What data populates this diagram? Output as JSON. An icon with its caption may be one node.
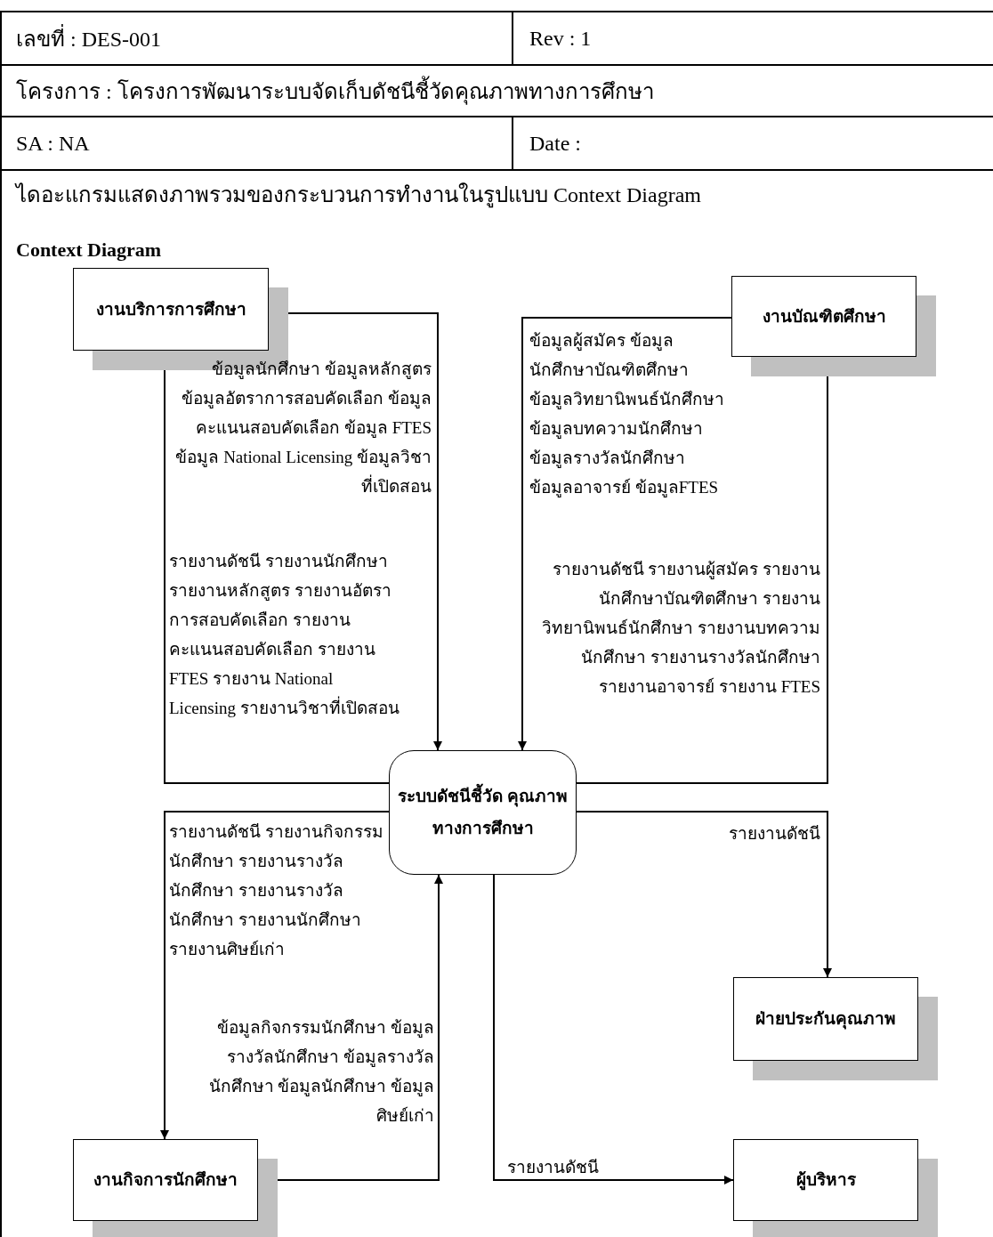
{
  "diagram": {
    "title": "Context Diagram",
    "nodes": [
      {
        "text": [
          "งานบริการการศึกษา"
        ]
      },
      {
        "text": [
          "งานบัณฑิตศึกษา"
        ]
      },
      {
        "text": [
          "ระบบดัชนีชี้วัด คุณภาพทางการศึกษา"
        ]
      },
      {
        "text": [
          "ฝ่ายประกันคุณภาพ"
        ]
      },
      {
        "text": [
          "งานกิจการนักศึกษา"
        ]
      },
      {
        "text": [
          "ผู้บริหาร"
        ]
      }
    ],
    "edges": [
      {
        "from": 0,
        "to": 2,
        "arrow": "to",
        "label": "ข้อมูลนักศึกษา ข้อมูลหลักสูตร ข้อมูลอัตราการสอบคัดเลือก ข้อมูลคะแนนสอบคัดเลือก ข้อมูล FTES ข้อมูล National Licensing ข้อมูลวิชาที่เปิดสอน"
      },
      {
        "from": 2,
        "to": 0,
        "arrow": "to",
        "label": "รายงานดัชนี รายงานนักศึกษา รายงานหลักสูตร รายงานอัตราการสอบคัดเลือก รายงานคะแนนสอบคัดเลือก รายงาน FTES รายงาน National Licensing รายงานวิชาที่เปิดสอน"
      },
      {
        "from": 1,
        "to": 2,
        "arrow": "to",
        "label": "ข้อมูลผู้สมัคร ข้อมูลนักศึกษาบัณฑิตศึกษา ข้อมูลวิทยานิพนธ์นักศึกษา ข้อมูลบทความนักศึกษา ข้อมูลรางวัลนักศึกษา ข้อมูลอาจารย์ ข้อมูลFTES"
      },
      {
        "from": 2,
        "to": 1,
        "arrow": "to",
        "label": "รายงานดัชนี รายงานผู้สมัคร รายงานนักศึกษาบัณฑิตศึกษา รายงานวิทยานิพนธ์นักศึกษา รายงานบทความนักศึกษา รายงานรางวัลนักศึกษา รายงานอาจารย์ รายงาน FTES"
      },
      {
        "from": 2,
        "to": 3,
        "arrow": "to",
        "label": "รายงานดัชนี"
      },
      {
        "from": 2,
        "to": 4,
        "arrow": "to",
        "label": "รายงานดัชนี รายงานกิจกรรมนักศึกษา รายงานรางวัลนักศึกษา รายงานรางวัลนักศึกษา รายงานนักศึกษา รายงานศิษย์เก่า"
      },
      {
        "from": 4,
        "to": 2,
        "arrow": "to",
        "label": "ข้อมูลกิจกรรมนักศึกษา ข้อมูลรางวัลนักศึกษา ข้อมูลรางวัลนักศึกษา ข้อมูลนักศึกษา ข้อมูลศิษย์เก่า"
      },
      {
        "from": 2,
        "to": 5,
        "arrow": "to",
        "label": "รายงานดัชนี"
      }
    ],
    "labels": [
      "เลขที่ : DES-001",
      "Rev : 1",
      "โครงการ : โครงการพัฒนาระบบจัดเก็บดัชนีชี้วัดคุณภาพทางการศึกษา",
      "SA : NA",
      "Date :",
      "ไดอะแกรมแสดงภาพรวมของกระบวนการทำงานในรูปแบบ Context Diagram"
    ]
  }
}
